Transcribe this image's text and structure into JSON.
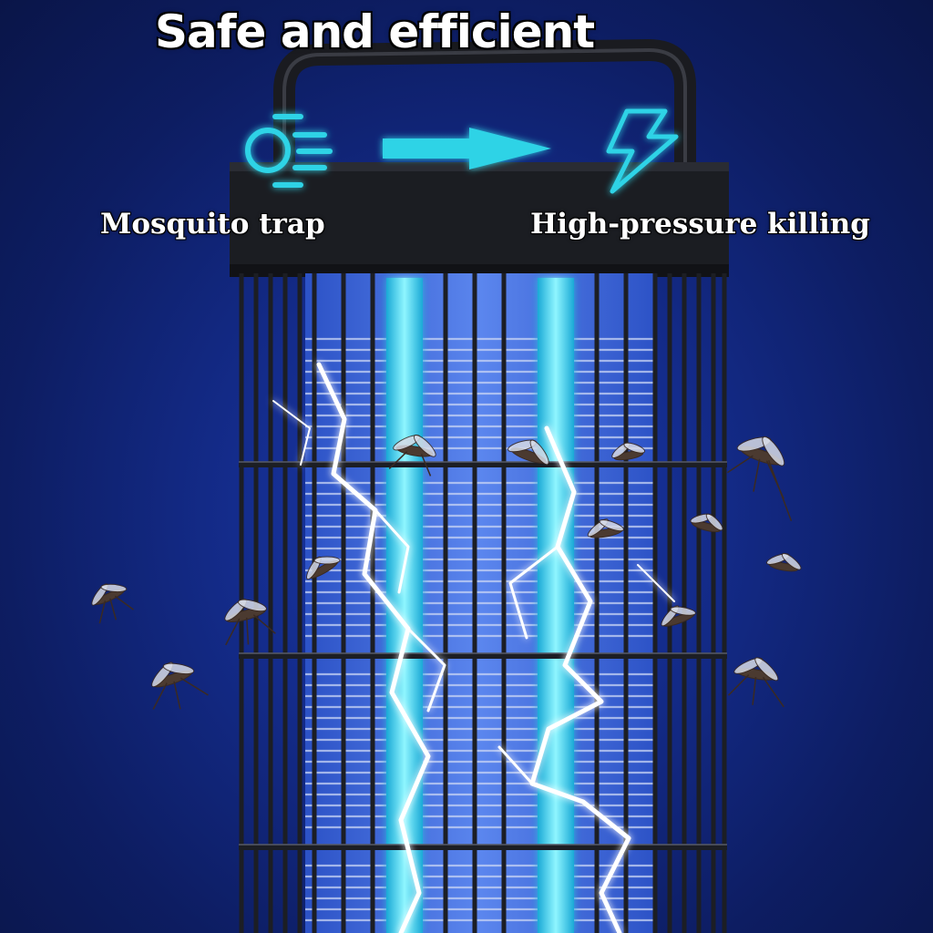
{
  "headline": "Safe and efficient",
  "labels": {
    "left": "Mosquito trap",
    "right": "High-pressure killing"
  },
  "icons": {
    "left": "mosquito-trap-icon",
    "arrow": "arrow-right-icon",
    "right": "lightning-bolt-icon"
  },
  "colors": {
    "accent": "#2fd3e6",
    "background": "#142c8c",
    "device": "#1b1d22",
    "uv_tube": "#41e3f4"
  }
}
